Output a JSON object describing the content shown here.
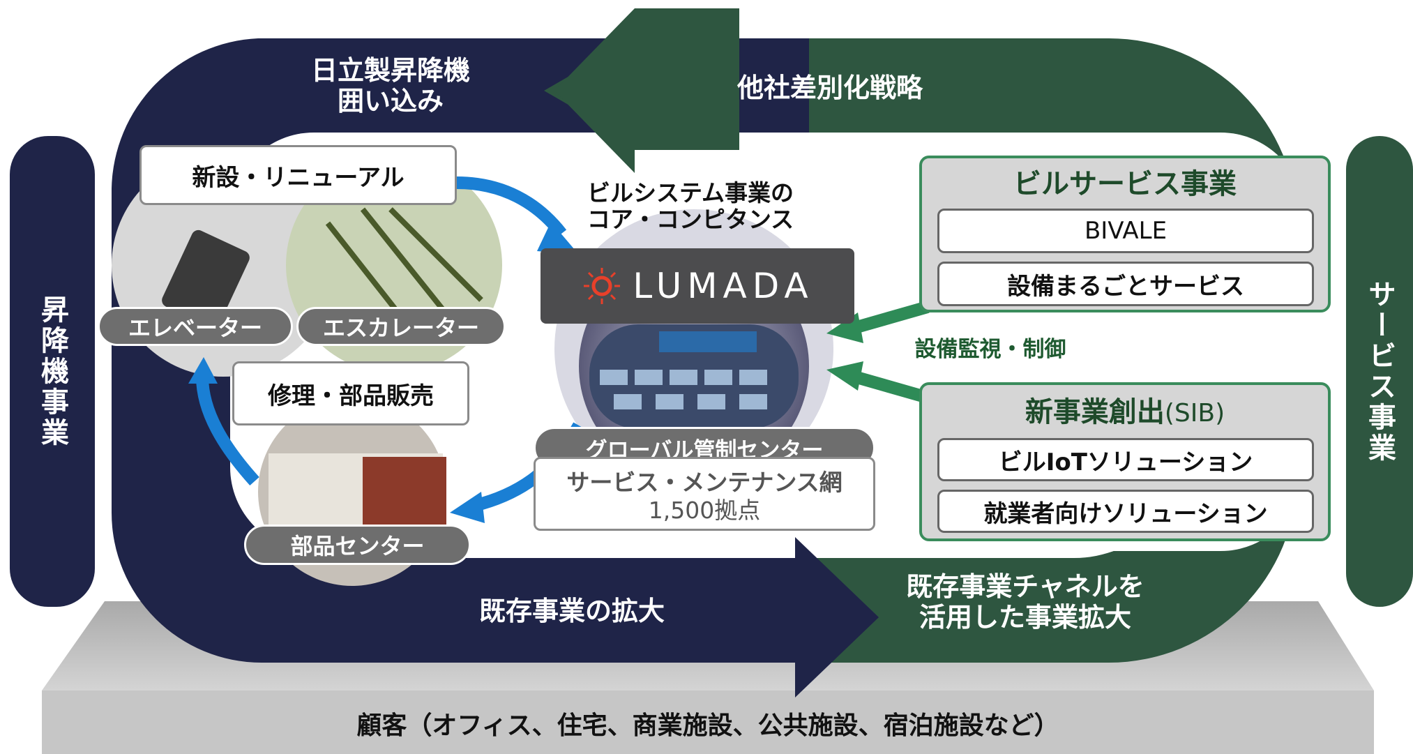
{
  "left_side_label": "昇降機事業",
  "right_side_label": "サービス事業",
  "top_left_arrow_label": [
    "日立製昇降機",
    "囲い込み"
  ],
  "top_right_arrow_label": "他社差別化戦略",
  "bottom_left_arrow_label": "既存事業の拡大",
  "bottom_right_arrow_label": [
    "既存事業チャネルを",
    "活用した事業拡大"
  ],
  "customer_base": "顧客（オフィス、住宅、商業施設、公共施設、宿泊施設など）",
  "left_cycle": {
    "new_install": "新設・リニューアル",
    "elevator": "エレベーター",
    "escalator": "エスカレーター",
    "repair": "修理・部品販売",
    "parts_center": "部品センター"
  },
  "center": {
    "core_title": [
      "ビルシステム事業の",
      "コア・コンピタンス"
    ],
    "lumada": "LUMADA",
    "control_center": "グローバル管制センター",
    "network": [
      "サービス・メンテナンス網",
      "1,500拠点"
    ],
    "monitoring": "設備監視・制御"
  },
  "building_service": {
    "title": "ビルサービス事業",
    "items": [
      "BIVALE",
      "設備まるごとサービス"
    ]
  },
  "new_business": {
    "title_main": "新事業創出",
    "title_suffix": "(SIB)",
    "items": [
      "ビルIoTソリューション",
      "就業者向けソリューション"
    ]
  },
  "colors": {
    "navy": "#1f2448",
    "green": "#2e5640",
    "gray_base": "#bdbdbd",
    "blue_arrow": "#1a7fd4",
    "green_border": "#3a8c5c"
  }
}
